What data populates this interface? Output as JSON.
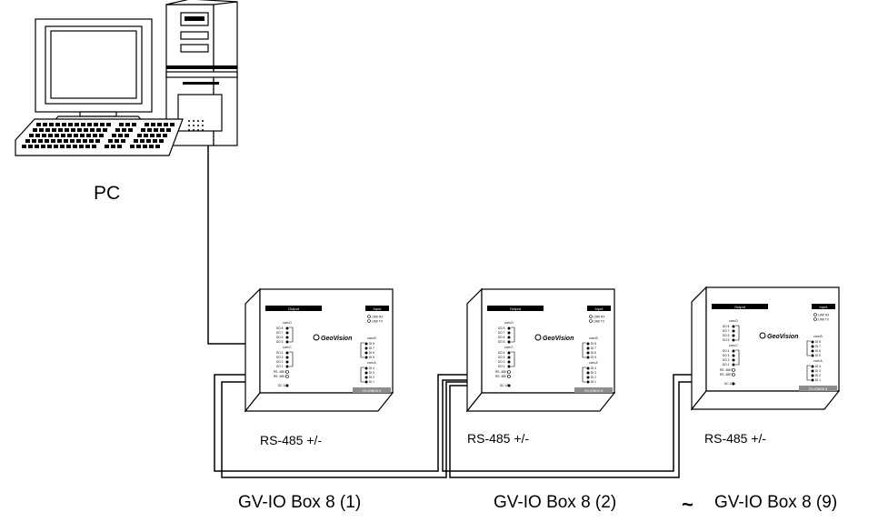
{
  "pc": {
    "label": "PC"
  },
  "devices": [
    {
      "name": "GV-IO Box 8 (1)",
      "rs_label": "RS-485 +/-",
      "brand": "GeoVision",
      "model": "GV-IOBOX 8",
      "output_title": "Output",
      "input_title": "Input",
      "leds": [
        "LINK RX",
        "LINK TX"
      ],
      "com_d": "com.D",
      "com_c": "com.C",
      "com_b": "com.B",
      "com_a": "com.A",
      "do_upper": [
        "DO 8",
        "DO 7",
        "DO 6",
        "DO 5"
      ],
      "do_lower": [
        "DO 4",
        "DO 3",
        "DO 2",
        "DO 1"
      ],
      "di_upper": [
        "DI 8",
        "DI 7",
        "DI 6",
        "DI 5"
      ],
      "di_lower": [
        "DI 4",
        "DI 3",
        "DI 2",
        "DI 1"
      ],
      "rs_terms": [
        "RS- 485 RX",
        "RS- 485 TX"
      ],
      "power": "DC 12V"
    },
    {
      "name": "GV-IO Box 8 (2)",
      "rs_label": "RS-485 +/-",
      "brand": "GeoVision",
      "model": "GV-IOBOX 8",
      "output_title": "Output",
      "input_title": "Input",
      "leds": [
        "LINK RX",
        "LINK TX"
      ],
      "com_d": "com.D",
      "com_c": "com.C",
      "com_b": "com.B",
      "com_a": "com.A",
      "do_upper": [
        "DO 8",
        "DO 7",
        "DO 6",
        "DO 5"
      ],
      "do_lower": [
        "DO 4",
        "DO 3",
        "DO 2",
        "DO 1"
      ],
      "di_upper": [
        "DI 8",
        "DI 7",
        "DI 6",
        "DI 5"
      ],
      "di_lower": [
        "DI 4",
        "DI 3",
        "DI 2",
        "DI 1"
      ],
      "rs_terms": [
        "RS- 485 RX",
        "RS- 485 TX"
      ],
      "power": "DC 12V"
    },
    {
      "name": "GV-IO Box 8 (9)",
      "rs_label": "RS-485 +/-",
      "brand": "GeoVision",
      "model": "GV-IOBOX 8",
      "output_title": "Output",
      "input_title": "Input",
      "leds": [
        "LINK RX",
        "LINK TX"
      ],
      "com_d": "com.D",
      "com_c": "com.C",
      "com_b": "com.B",
      "com_a": "com.A",
      "do_upper": [
        "DO 8",
        "DO 7",
        "DO 6",
        "DO 5"
      ],
      "do_lower": [
        "DO 4",
        "DO 3",
        "DO 2",
        "DO 1"
      ],
      "di_upper": [
        "DI 8",
        "DI 7",
        "DI 6",
        "DI 5"
      ],
      "di_lower": [
        "DI 4",
        "DI 3",
        "DI 2",
        "DI 1"
      ],
      "rs_terms": [
        "RS- 485 RX",
        "RS- 485 TX"
      ],
      "power": "DC 12V"
    }
  ],
  "range_symbol": "~"
}
